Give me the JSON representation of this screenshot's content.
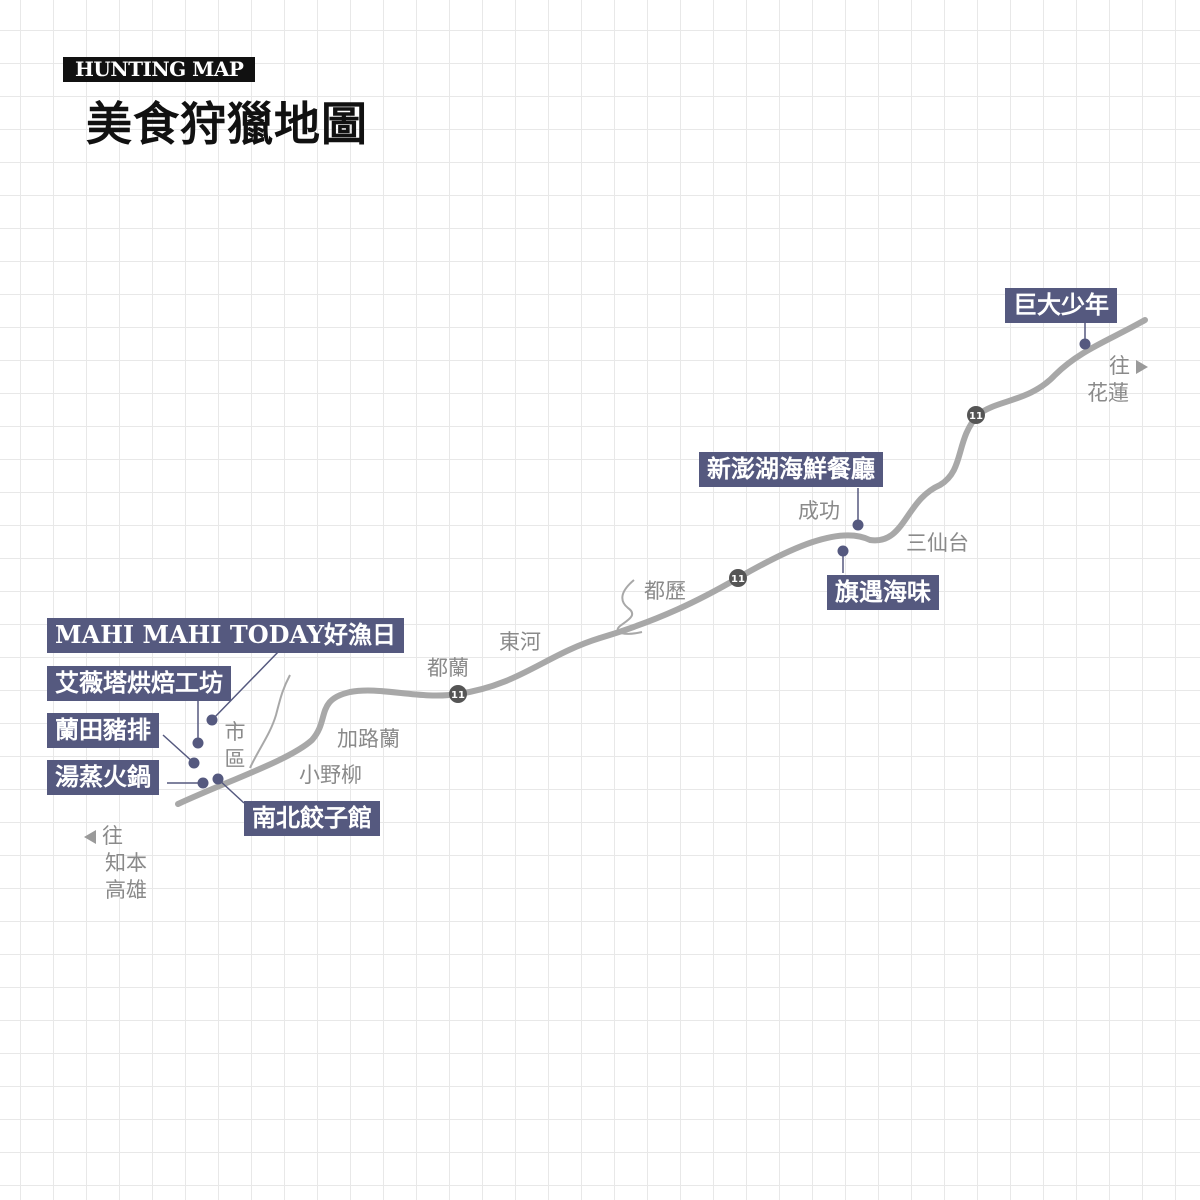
{
  "header": {
    "label": "HUNTING MAP",
    "title": "美食狩獵地圖"
  },
  "colors": {
    "tag": "#55597f",
    "road": "#a8a8a8",
    "river": "#a8a8a8",
    "place_text": "#8a8a8a",
    "title": "#111111"
  },
  "road_number": "11",
  "restaurants": [
    {
      "id": "mahi",
      "name": "MAHI MAHI TODAY好漁日"
    },
    {
      "id": "aiweita",
      "name": "艾薇塔烘焙工坊"
    },
    {
      "id": "lantian",
      "name": "蘭田豬排"
    },
    {
      "id": "tangzheng",
      "name": "湯蒸火鍋"
    },
    {
      "id": "nanbei",
      "name": "南北餃子館"
    },
    {
      "id": "xinpeng",
      "name": "新澎湖海鮮餐廳"
    },
    {
      "id": "qiyu",
      "name": "旗遇海味"
    },
    {
      "id": "juda",
      "name": "巨大少年"
    }
  ],
  "places": {
    "dulan": "都蘭",
    "donghe": "東河",
    "duli": "都歷",
    "chenggong": "成功",
    "sanxiantai": "三仙台",
    "jialulan": "加路蘭",
    "xiaoyeliu": "小野柳",
    "city": "市區"
  },
  "directions": {
    "north": {
      "prefix": "往",
      "dest": "花蓮"
    },
    "south": {
      "prefix": "往",
      "dest1": "知本",
      "dest2": "高雄"
    }
  }
}
